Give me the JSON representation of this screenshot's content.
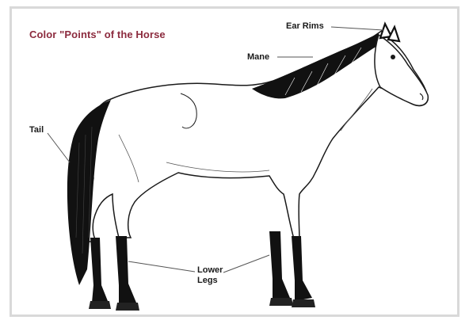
{
  "title": "Color \"Points\" of the Horse",
  "labels": {
    "ear_rims": "Ear Rims",
    "mane": "Mane",
    "tail": "Tail",
    "lower_legs_line1": "Lower",
    "lower_legs_line2": "Legs"
  },
  "colors": {
    "title": "#8c2b3e",
    "points": "#111111",
    "outline": "#1a1a1a",
    "frame": "#d9d9d9"
  }
}
